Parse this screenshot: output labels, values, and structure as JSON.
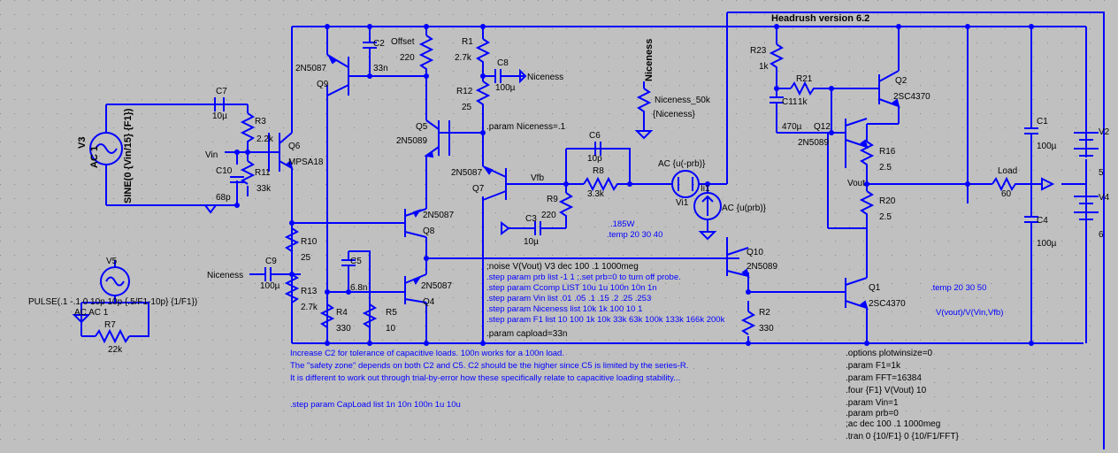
{
  "title": "Headrush version 6.2",
  "labels": {
    "v3": "V3",
    "v3_type": "AC 1",
    "v3_sine": "SINE(0 {Vin/15} {F1})",
    "c7": "C7",
    "c7v": "10µ",
    "r3": "R3",
    "r3v": "2.2k",
    "vin": "Vin",
    "r11": "R11",
    "r11v": "33k",
    "c10": "C10",
    "c10v": "68p",
    "q6": "Q6",
    "q6t": "MPSA18",
    "q9": "Q9",
    "q9t": "2N5087",
    "c2": "C2",
    "c2v": "33n",
    "offset": "Offset",
    "offv": "220",
    "r1": "R1",
    "r1v": "2.7k",
    "c8": "C8",
    "c8v": "100µ",
    "nic1": "Niceness",
    "r12": "R12",
    "r12v": "25",
    "q5": "Q5",
    "q5t": "2N5089",
    "param_nic": ".param Niceness=.1",
    "nic_v": "Niceness",
    "nic_r": "Niceness_50k",
    "nic_val": "{Niceness}",
    "c6": "C6",
    "c6v": "10p",
    "r8": "R8",
    "r8v": "3.3k",
    "vfb": "Vfb",
    "q7": "Q7",
    "q7t": "2N5087",
    "r9": "R9",
    "r9v": "220",
    "c3": "C3",
    "c3v": "10µ",
    "ac_v": "AC {u(-prb)}",
    "vi1": "Vi1",
    "ii1": "Ii1",
    "ac_i": "AC {u(prb)}",
    "r10": "R10",
    "r10v": "25",
    "q8": "Q8",
    "q8t": "2N5087",
    "nic2": "Niceness",
    "c9": "C9",
    "c9v": "100µ",
    "r13": "R13",
    "r13v": "2.7k",
    "c5": "C5",
    "c5v": "6.8n",
    "q4": "Q4",
    "q4t": "2N5087",
    "r4": "R4",
    "r4v": "330",
    "r5": "R5",
    "r5v": "10",
    "watt": ".185W",
    "temp1": ".temp 20 30 40",
    "q10": "Q10",
    "q10t": "2N5089",
    "r2": "R2",
    "r2v": "330",
    "r23": "R23",
    "r23v": "1k",
    "r21": "R21",
    "r21v": "1k",
    "c11": "C11",
    "c11v": "470µ",
    "q12": "Q12",
    "q12t": "2N5089",
    "q2": "Q2",
    "q2t": "2SC4370",
    "r16": "R16",
    "r16v": "2.5",
    "vout": "Vout",
    "r20": "R20",
    "r20v": "2.5",
    "q1": "Q1",
    "q1t": "2SC4370",
    "temp2": ".temp 20 30 50",
    "meas": "V(vout)/V(Vin,Vfb)",
    "c1": "C1",
    "c1v": "100µ",
    "c4": "C4",
    "c4v": "100µ",
    "load": "Load",
    "loadv": "60",
    "v2": "V2",
    "v2v": "5",
    "v4": "V4",
    "v4v": "6",
    "v5": "V5",
    "v5_pulse": "PULSE(.1 -.1 0 10p 10p {.5/F1-10p} {1/F1})",
    "v5_ac": "AC AC 1",
    "r7": "R7",
    "r7v": "22k"
  },
  "directives": [
    ";noise V(Vout) V3 dec 100 .1 1000meg",
    ".step param prb list -1 1 ;.set prb=0 to turn off probe.",
    ".step param Ccomp LIST 10u 1u 100n 10n 1n",
    ".step param Vin list .01 .05 .1 .15 .2 .25 .253",
    ".step param Niceness list 10k 1k 100 10 1",
    ".step param F1 list 10 100 1k 10k 33k 63k 100k 133k 166k 200k",
    ".param capload=33n"
  ],
  "notes": [
    "Increase C2 for tolerance of capacitive loads. 100n works for a 100n load.",
    "The \"safety zone\" depends on both C2 and C5. C2 should be the higher since C5 is limited by the series-R.",
    "It is different to work out through trial-by-error how these specifically relate to capacitive loading stability...",
    ".step param CapLoad list 1n 10n 100n 1u 10u"
  ],
  "options": [
    ".options plotwinsize=0",
    ".param F1=1k",
    ".param FFT=16384",
    ".four {F1} V(Vout) 10",
    ".param Vin=1",
    ".param prb=0",
    ";ac dec 100 .1 1000meg",
    ".tran 0 {10/F1} 0 {10/F1/FFT}"
  ],
  "colors": {
    "background": "#c0c0c0",
    "wire": "#0000ff",
    "text": "#000000"
  }
}
